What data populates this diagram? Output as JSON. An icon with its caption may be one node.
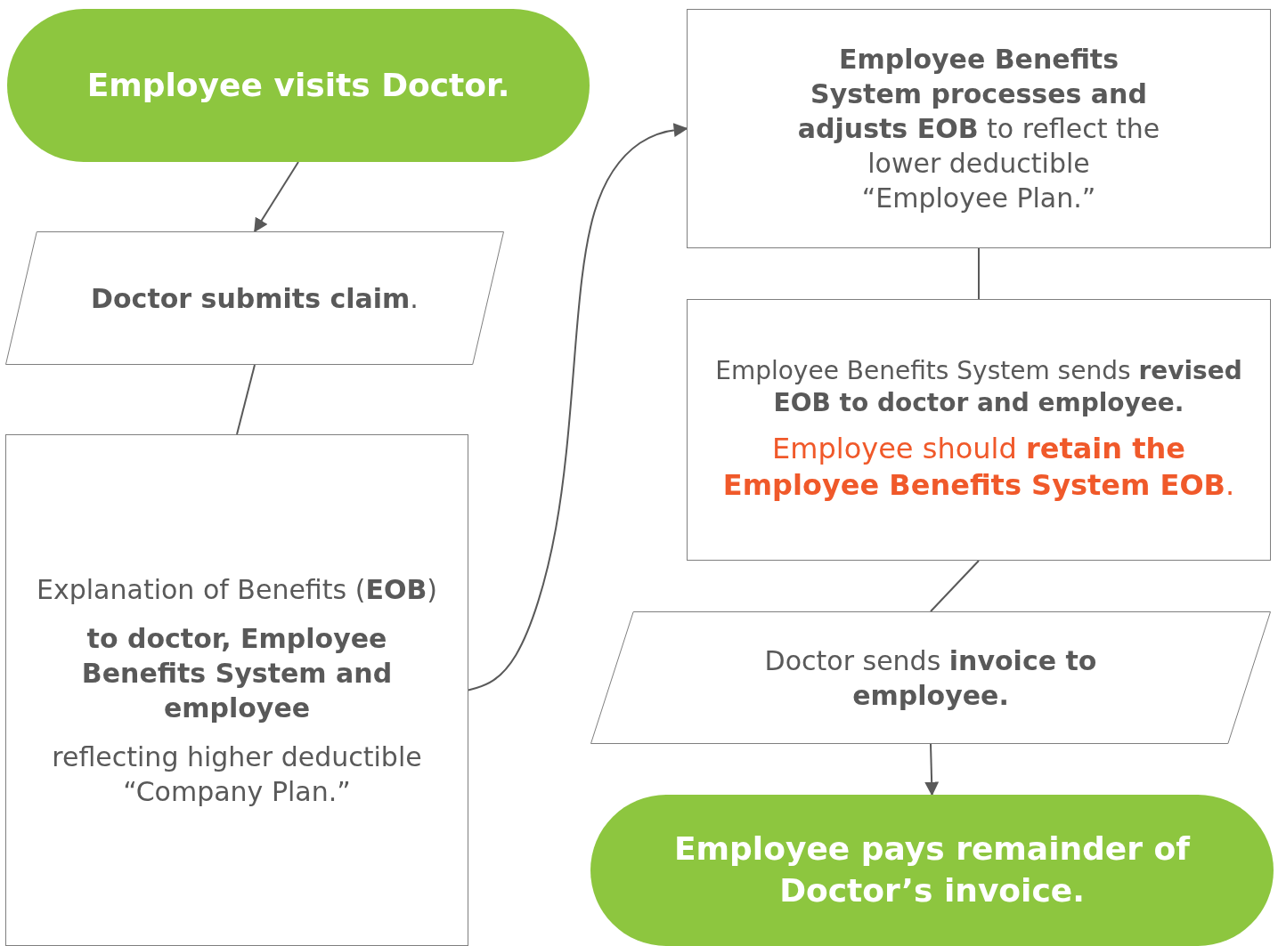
{
  "diagram": {
    "nodes": [
      {
        "text": [
          "Employee visits Doctor."
        ]
      },
      {
        "text": [
          "**Doctor submits claim**."
        ]
      },
      {
        "text": [
          "Explanation of Benefits (**EOB**)",
          "**to doctor, Employee Benefits System and employee**",
          "reflecting higher deductible “Company Plan.”"
        ]
      },
      {
        "text": [
          "**Employee Benefits System processes and adjusts EOB** to reflect the lower deductible “Employee Plan.”"
        ]
      },
      {
        "text": [
          "Employee Benefits System sends **revised EOB to doctor and employee.**",
          "Employee should **retain the Employee Benefits System EOB**."
        ]
      },
      {
        "text": [
          "Doctor sends **invoice to employee.**"
        ]
      },
      {
        "text": [
          "Employee pays remainder of Doctor’s invoice."
        ]
      }
    ],
    "edges": [
      {
        "from": 0,
        "to": 1,
        "arrow": "to"
      },
      {
        "from": 1,
        "to": 2,
        "arrow": "none"
      },
      {
        "from": 2,
        "to": 3,
        "arrow": "to"
      },
      {
        "from": 3,
        "to": 4,
        "arrow": "none"
      },
      {
        "from": 4,
        "to": 5,
        "arrow": "none"
      },
      {
        "from": 5,
        "to": 6,
        "arrow": "to"
      }
    ]
  }
}
